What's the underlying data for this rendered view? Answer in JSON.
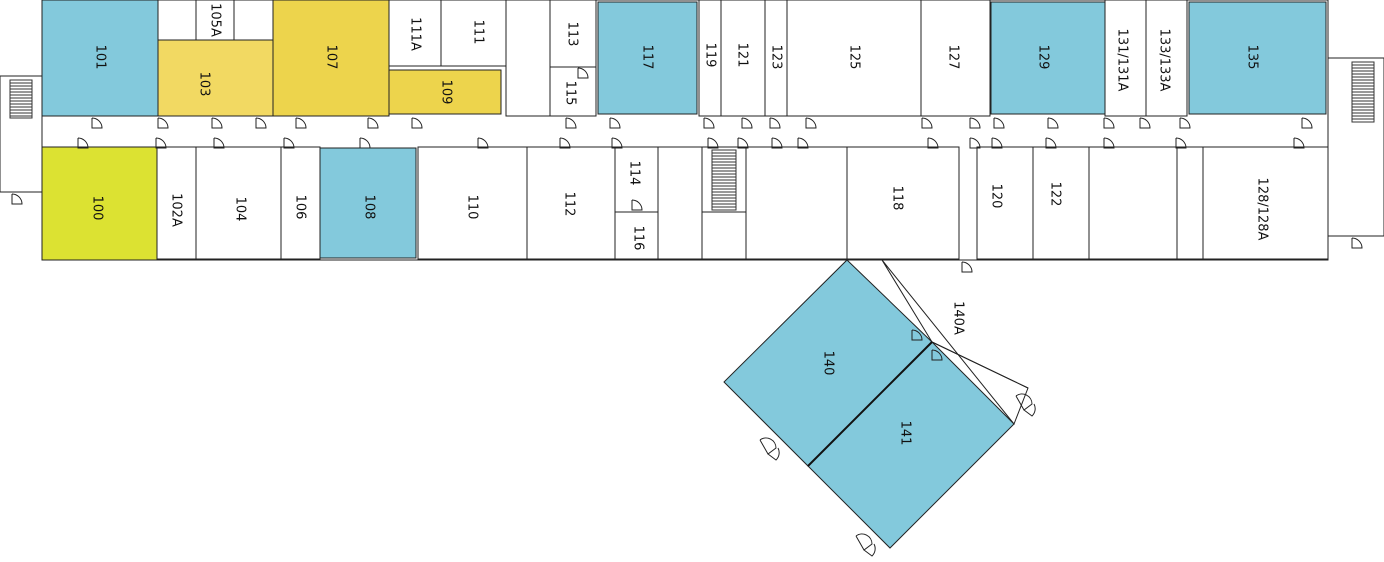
{
  "colors": {
    "blue": "#83C9DC",
    "yellow": "#EDD44C",
    "light_yellow": "#F2D962",
    "lime": "#DCE232",
    "white": "#FFFFFF"
  },
  "rooms": [
    {
      "id": "101",
      "label": "101",
      "color": "blue"
    },
    {
      "id": "103",
      "label": "103",
      "color": "light_yellow"
    },
    {
      "id": "105A",
      "label": "105A",
      "color": "white"
    },
    {
      "id": "107",
      "label": "107",
      "color": "yellow"
    },
    {
      "id": "111A",
      "label": "111A",
      "color": "white"
    },
    {
      "id": "111",
      "label": "111",
      "color": "white"
    },
    {
      "id": "109",
      "label": "109",
      "color": "yellow"
    },
    {
      "id": "113",
      "label": "113",
      "color": "white"
    },
    {
      "id": "115",
      "label": "115",
      "color": "white"
    },
    {
      "id": "117",
      "label": "117",
      "color": "blue"
    },
    {
      "id": "119",
      "label": "119",
      "color": "white"
    },
    {
      "id": "121",
      "label": "121",
      "color": "white"
    },
    {
      "id": "123",
      "label": "123",
      "color": "white"
    },
    {
      "id": "125",
      "label": "125",
      "color": "white"
    },
    {
      "id": "127",
      "label": "127",
      "color": "white"
    },
    {
      "id": "129",
      "label": "129",
      "color": "blue"
    },
    {
      "id": "131",
      "label": "131/131A",
      "color": "white"
    },
    {
      "id": "133",
      "label": "133/133A",
      "color": "white"
    },
    {
      "id": "135",
      "label": "135",
      "color": "blue"
    },
    {
      "id": "100",
      "label": "100",
      "color": "lime"
    },
    {
      "id": "102A",
      "label": "102A",
      "color": "white"
    },
    {
      "id": "104",
      "label": "104",
      "color": "white"
    },
    {
      "id": "106",
      "label": "106",
      "color": "white"
    },
    {
      "id": "108",
      "label": "108",
      "color": "blue"
    },
    {
      "id": "110",
      "label": "110",
      "color": "white"
    },
    {
      "id": "112",
      "label": "112",
      "color": "white"
    },
    {
      "id": "114",
      "label": "114",
      "color": "white"
    },
    {
      "id": "116",
      "label": "116",
      "color": "white"
    },
    {
      "id": "118",
      "label": "118",
      "color": "white"
    },
    {
      "id": "120",
      "label": "120",
      "color": "white"
    },
    {
      "id": "122",
      "label": "122",
      "color": "white"
    },
    {
      "id": "128",
      "label": "128/128A",
      "color": "white"
    },
    {
      "id": "140",
      "label": "140",
      "color": "blue"
    },
    {
      "id": "141",
      "label": "141",
      "color": "blue"
    },
    {
      "id": "140A",
      "label": "140A",
      "color": "white"
    }
  ]
}
